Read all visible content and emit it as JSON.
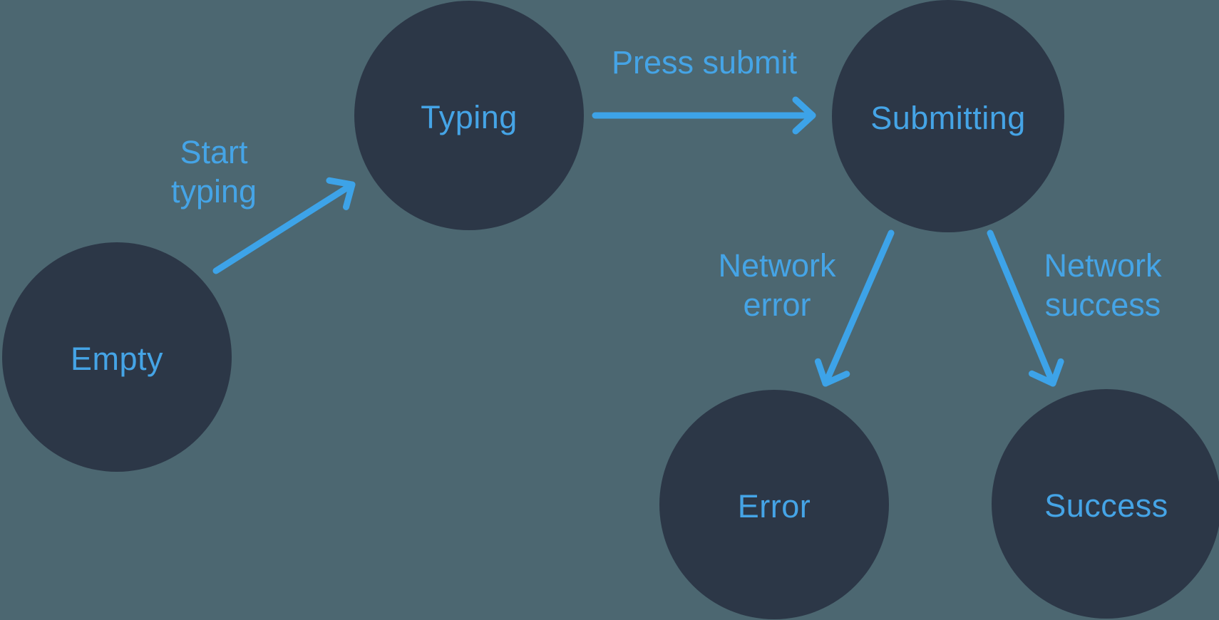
{
  "diagram": {
    "type": "state-machine",
    "colors": {
      "bg": "#4C6771",
      "node": "#2C3747",
      "label": "#45A4E6",
      "arrow": "#3DA3E8"
    },
    "nodes": {
      "empty": {
        "label": "Empty"
      },
      "typing": {
        "label": "Typing"
      },
      "submitting": {
        "label": "Submitting"
      },
      "error": {
        "label": "Error"
      },
      "success": {
        "label": "Success"
      }
    },
    "edges": {
      "start_typing": {
        "from": "Empty",
        "to": "Typing",
        "label": "Start typing",
        "lines": [
          "Start",
          "typing"
        ]
      },
      "press_submit": {
        "from": "Typing",
        "to": "Submitting",
        "label": "Press submit",
        "lines": [
          "Press submit"
        ]
      },
      "network_error": {
        "from": "Submitting",
        "to": "Error",
        "label": "Network error",
        "lines": [
          "Network",
          "error"
        ]
      },
      "network_success": {
        "from": "Submitting",
        "to": "Success",
        "label": "Network success",
        "lines": [
          "Network",
          "success"
        ]
      }
    }
  }
}
